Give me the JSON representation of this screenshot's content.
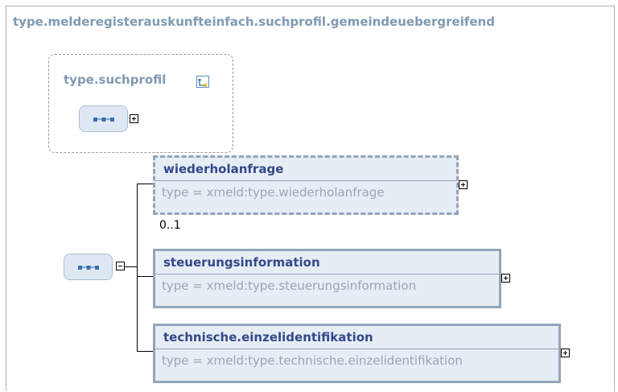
{
  "title": "type.melderegisterauskunfteinfach.suchprofil.gemeindeuebergreifend",
  "base_type": {
    "name": "type.suchprofil",
    "icon": "type-hierarchy-icon"
  },
  "elements": [
    {
      "name": "wiederholanfrage",
      "type": "type = xmeld:type.wiederholanfrage",
      "cardinality": "0..1"
    },
    {
      "name": "steuerungsinformation",
      "type": "type = xmeld:type.steuerungsinformation"
    },
    {
      "name": "technische.einzelidentifikation",
      "type": "type = xmeld:type.technische.einzelidentifikation"
    }
  ],
  "colors": {
    "title": "#7f9ab3",
    "element_name": "#34488a",
    "element_border": "#93a5b9",
    "element_fill": "#e6edf5",
    "type_text": "#9aa7b3"
  }
}
